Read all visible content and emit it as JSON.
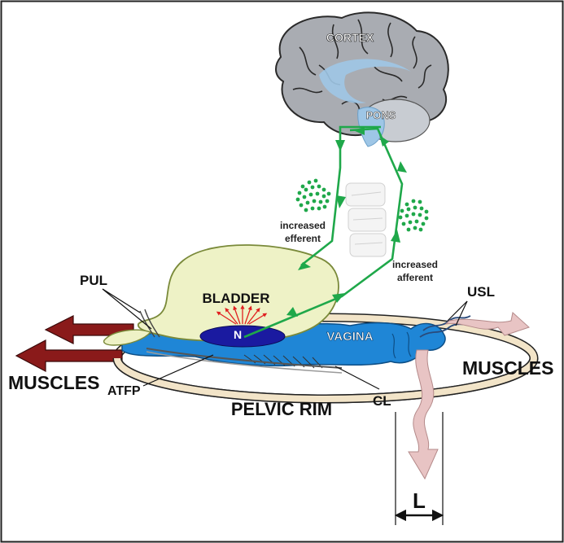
{
  "labels": {
    "cortex": "CORTEX",
    "pons": "PONS",
    "bladder": "BLADDER",
    "nucleus": "N",
    "vagina": "VAGINA",
    "pul": "PUL",
    "usl": "USL",
    "atfp": "ATFP",
    "cl": "CL",
    "pelvic_rim": "PELVIC RIM",
    "muscles_left": "MUSCLES",
    "muscles_right": "MUSCLES",
    "increased_efferent_line1": "increased",
    "increased_efferent_line2": "efferent",
    "increased_afferent_line1": "increased",
    "increased_afferent_line2": "afferent",
    "length_marker": "L"
  },
  "colors": {
    "nerve_path": "#1fa84a",
    "muscle_arrow_left": "#8a1a1a",
    "muscle_arrow_right": "#e8c4c4",
    "bladder_fill": "#eef2c6",
    "vagina_fill": "#1f86d6",
    "nucleus_fill": "#1a1aa0",
    "pelvic_rim_fill": "#f2e4c8",
    "brain_fill": "#a9acb2"
  }
}
